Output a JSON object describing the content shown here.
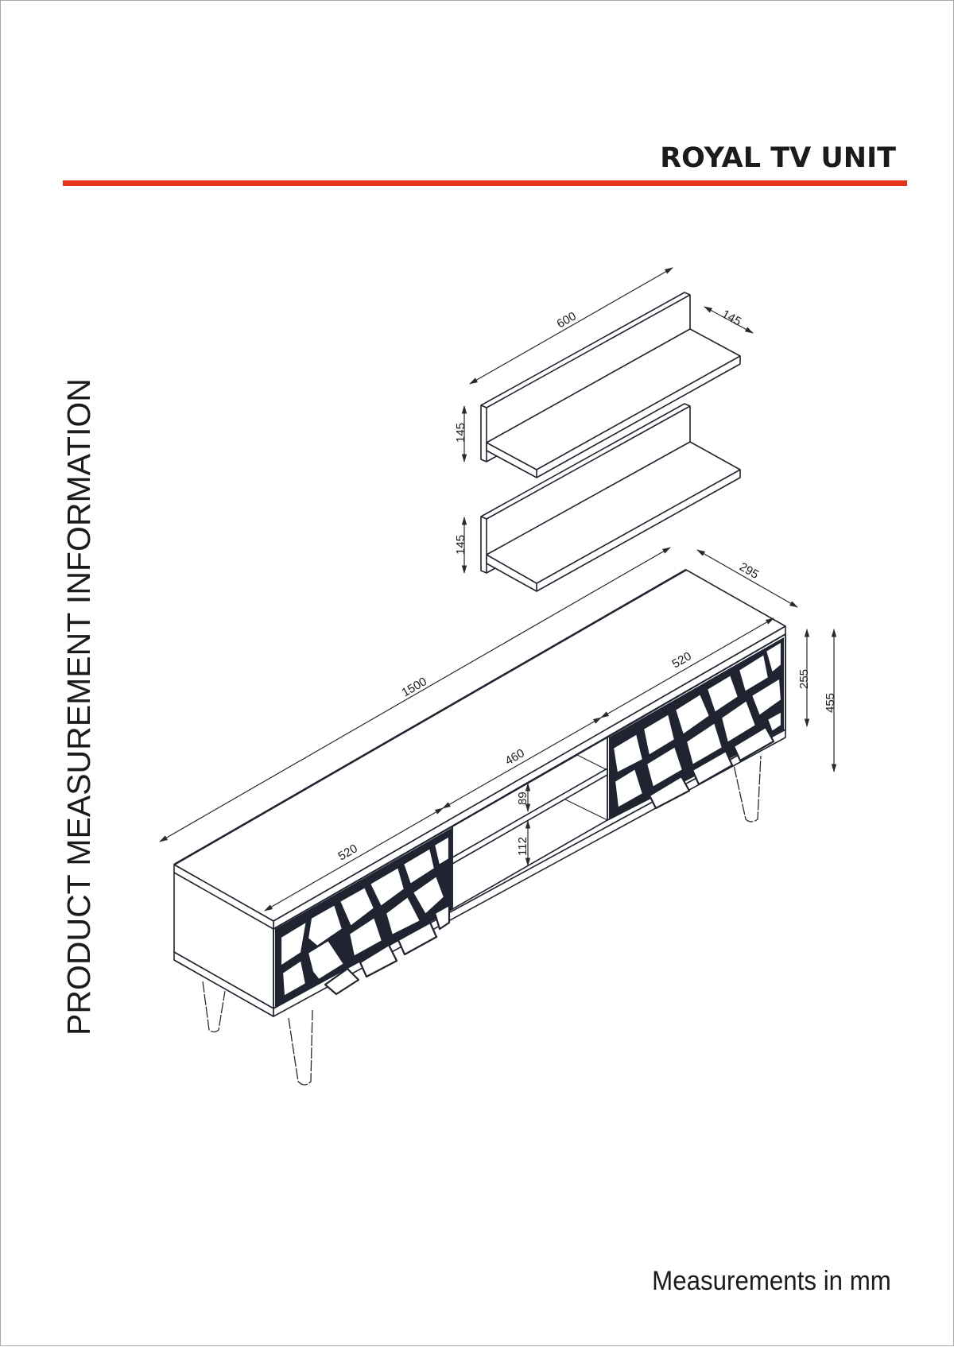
{
  "document": {
    "title": "ROYAL TV UNIT",
    "side_label": "PRODUCT MEASUREMENT INFORMATION",
    "footer_note": "Measurements in mm",
    "accent_color": "#e8341c",
    "text_color": "#1b1b1b"
  },
  "shelves": {
    "width": "600",
    "depth": "145",
    "upper_height": "145",
    "lower_height": "145"
  },
  "tv_unit": {
    "width": "1500",
    "depth": "295",
    "left_door_width": "520",
    "center_opening_width": "460",
    "right_door_width": "520",
    "upper_compartment_height": "89",
    "lower_compartment_height": "112",
    "body_height": "255",
    "total_height": "455"
  }
}
